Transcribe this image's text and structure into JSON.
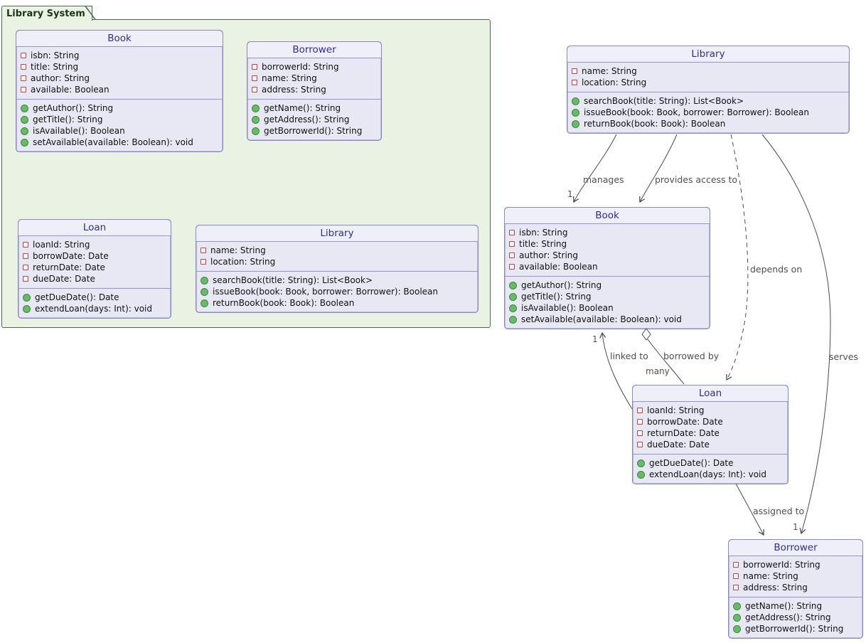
{
  "package": {
    "label": "Library System"
  },
  "classes": {
    "book": {
      "title": "Book",
      "attributes": [
        "isbn: String",
        "title: String",
        "author: String",
        "available: Boolean"
      ],
      "methods": [
        "getAuthor(): String",
        "getTitle(): String",
        "isAvailable(): Boolean",
        "setAvailable(available: Boolean): void"
      ]
    },
    "borrower": {
      "title": "Borrower",
      "attributes": [
        "borrowerId: String",
        "name: String",
        "address: String"
      ],
      "methods": [
        "getName(): String",
        "getAddress(): String",
        "getBorrowerId(): String"
      ]
    },
    "loan": {
      "title": "Loan",
      "attributes": [
        "loanId: String",
        "borrowDate: Date",
        "returnDate: Date",
        "dueDate: Date"
      ],
      "methods": [
        "getDueDate(): Date",
        "extendLoan(days: Int): void"
      ]
    },
    "library": {
      "title": "Library",
      "attributes": [
        "name: String",
        "location: String"
      ],
      "methods": [
        "searchBook(title: String): List<Book>",
        "issueBook(book: Book, borrower: Borrower): Boolean",
        "returnBook(book: Book): Boolean"
      ]
    }
  },
  "relationships": {
    "manages": {
      "from": "Library",
      "to": "Book",
      "label": "manages",
      "multiplicity": "1",
      "line": "solid",
      "head": "arrow"
    },
    "provides_access_to": {
      "from": "Library",
      "to": "Book",
      "label": "provides access to",
      "line": "solid",
      "head": "arrow"
    },
    "depends_on": {
      "from": "Library",
      "to": "Loan",
      "label": "depends on",
      "line": "dashed",
      "head": "arrow"
    },
    "serves": {
      "from": "Library",
      "to": "Borrower",
      "label": "serves",
      "multiplicity": "1",
      "line": "solid",
      "head": "arrow"
    },
    "linked_to": {
      "from": "Loan",
      "to": "Book",
      "label": "linked to",
      "multiplicity": "1",
      "line": "solid",
      "head": "arrow"
    },
    "borrowed_by": {
      "from": "Book",
      "to": "Loan",
      "label": "borrowed by",
      "multiplicity": "many",
      "line": "solid",
      "head": "hollow-diamond-at-book"
    },
    "assigned_to": {
      "from": "Loan",
      "to": "Borrower",
      "label": "assigned to",
      "line": "solid",
      "head": "arrow"
    }
  },
  "colors": {
    "package_fill": "#eaf2e4",
    "package_border": "#4a6b4f",
    "class_fill": "#e8e8f5",
    "class_header_fill": "#efeffa",
    "class_border": "#8a8ac0",
    "class_title_text": "#2d2d9e",
    "member_text": "#111111",
    "field_icon": "#c04545",
    "method_icon": "#68ba68",
    "edge": "#4a4a4a",
    "edge_label_text": "#4f4f4f"
  }
}
